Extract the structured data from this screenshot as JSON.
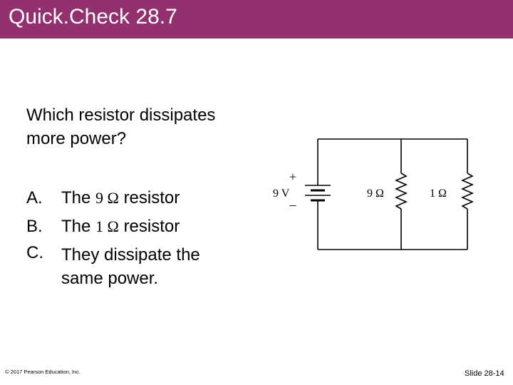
{
  "slide": {
    "title": "Quick.Check 28.7",
    "question_lines": [
      "Which resistor dissipates",
      "more power?"
    ],
    "options": [
      {
        "letter": "A.",
        "pre": "The",
        "value": "9 Ω",
        "post": "resistor"
      },
      {
        "letter": "B.",
        "pre": "The",
        "value": "1 Ω",
        "post": "resistor"
      },
      {
        "letter": "C.",
        "lines": [
          "They dissipate the",
          "same power."
        ]
      }
    ],
    "copyright": "© 2017 Pearson Education, Inc.",
    "slide_number": "Slide 28-14"
  },
  "circuit": {
    "battery_label": "9 V",
    "plus_sign": "+",
    "minus_sign": "–",
    "resistor_left_label": "9 Ω",
    "resistor_right_label": "1 Ω"
  },
  "colors": {
    "title_bar": "#933070",
    "title_text": "#ffffff"
  }
}
